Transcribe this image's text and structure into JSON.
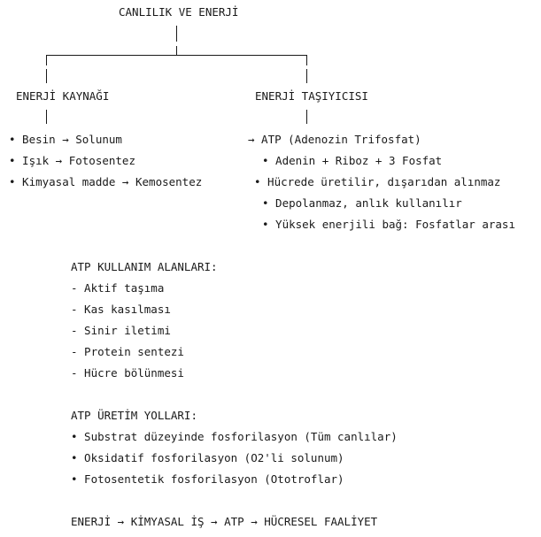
{
  "root": {
    "title": "CANLILIK VE ENERJİ"
  },
  "left": {
    "heading": "ENERJİ KAYNAĞI",
    "items": [
      "• Besin → Solunum",
      "• Işık → Fotosentez",
      "• Kimyasal madde → Kemosentez"
    ]
  },
  "right": {
    "heading": "ENERJİ TAŞIYICISI",
    "main": "→ ATP (Adenozin Trifosfat)",
    "items": [
      "• Adenin + Riboz + 3 Fosfat",
      "• Hücrede üretilir, dışarıdan alınmaz",
      "• Depolanmaz, anlık kullanılır",
      "• Yüksek enerjili bağ: Fosfatlar arası"
    ]
  },
  "usage": {
    "heading": "ATP KULLANIM ALANLARI:",
    "items": [
      "- Aktif taşıma",
      "- Kas kasılması",
      "- Sinir iletimi",
      "- Protein sentezi",
      "- Hücre bölünmesi"
    ]
  },
  "production": {
    "heading": "ATP ÜRETİM YOLLARI:",
    "items": [
      "• Substrat düzeyinde fosforilasyon (Tüm canlılar)",
      "• Oksidatif fosforilasyon (O2'li solunum)",
      "• Fotosentetik fosforilasyon (Ototroflar)"
    ]
  },
  "summary": "ENERJİ → KİMYASAL İŞ → ATP → HÜCRESEL FAALİYET"
}
